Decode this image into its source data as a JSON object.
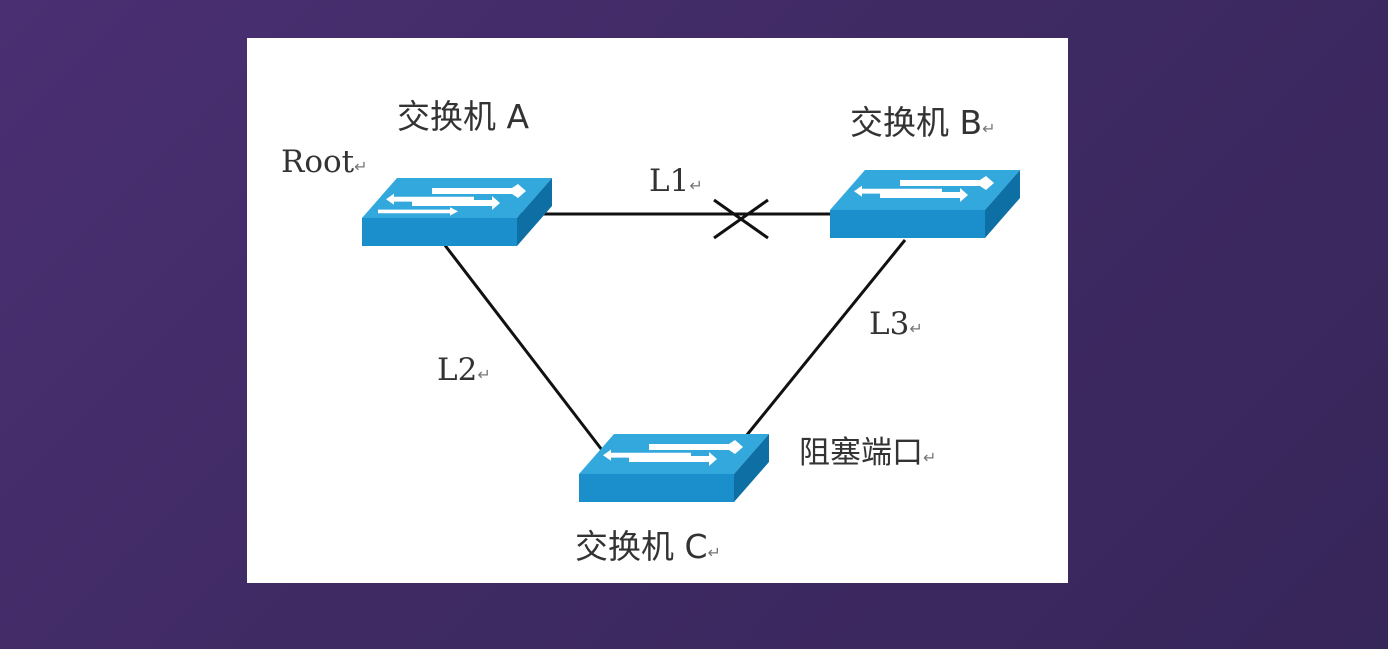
{
  "diagram": {
    "switches": [
      {
        "id": "A",
        "label": "交换机 A",
        "role_label": "Root"
      },
      {
        "id": "B",
        "label": "交换机 B"
      },
      {
        "id": "C",
        "label": "交换机 C"
      }
    ],
    "links": [
      {
        "id": "L1",
        "label": "L1",
        "from": "A",
        "to": "B",
        "blocked": true
      },
      {
        "id": "L2",
        "label": "L2",
        "from": "A",
        "to": "C",
        "blocked": false
      },
      {
        "id": "L3",
        "label": "L3",
        "from": "B",
        "to": "C",
        "blocked": false
      }
    ],
    "blocked_port_label": "阻塞端口",
    "return_mark": "↵",
    "colors": {
      "switch_top": "#33a8dd",
      "switch_front": "#1a8fcb",
      "switch_side": "#0d6fa3",
      "link": "#111111",
      "background": "#3f2a63"
    }
  }
}
